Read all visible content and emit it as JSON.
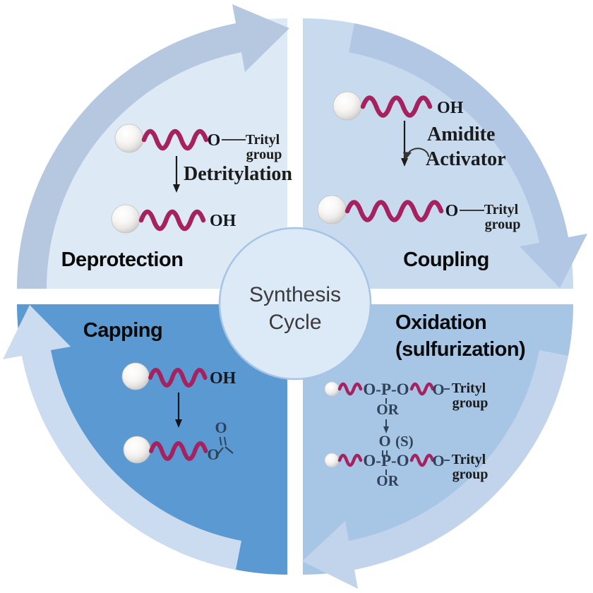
{
  "diagram": {
    "center": {
      "title_line1": "Synthesis",
      "title_line2": "Cycle"
    },
    "deprotection": {
      "label": "Deprotection",
      "reactant_atom": "O",
      "reactant_group_line1": "Trityl",
      "reactant_group_line2": "group",
      "arrow_label": "Detritylation",
      "product_atom": "OH"
    },
    "coupling": {
      "label": "Coupling",
      "reactant_atom": "OH",
      "arrow_label_line1": "Amidite",
      "arrow_label_line2": "Activator",
      "product_atom": "O",
      "product_group_line1": "Trityl",
      "product_group_line2": "group"
    },
    "capping": {
      "label": "Capping",
      "reactant_atom": "OH",
      "acetyl_carbonyl_atom": "O",
      "acetyl_ester_atom": "O"
    },
    "oxidation": {
      "label_line1": "Oxidation",
      "label_line2": "(sulfurization)",
      "reactant": {
        "backbone": "O-P-O",
        "side_group": "OR",
        "linker_atom": "O",
        "group_line1": "Trityl",
        "group_line2": "group"
      },
      "intermediate_atom": "O",
      "intermediate_sulfur": "(S)",
      "product": {
        "backbone": "O-P-O",
        "side_group": "OR",
        "linker_atom": "O",
        "group_line1": "Trityl",
        "group_line2": "group"
      }
    },
    "colors": {
      "deprotection_fill": "#dde9f5",
      "deprotection_band": "#b6c8e0",
      "coupling_fill": "#c8daee",
      "coupling_band": "#b2c7e3",
      "oxidation_fill": "#a7c6e6",
      "oxidation_band": "#c2d4eb",
      "capping_fill": "#5b99d2",
      "capping_band": "#cbdcf1",
      "center_fill": "#dce9f7",
      "center_stroke": "#a6c4e4",
      "strand": "#a6215f"
    }
  }
}
